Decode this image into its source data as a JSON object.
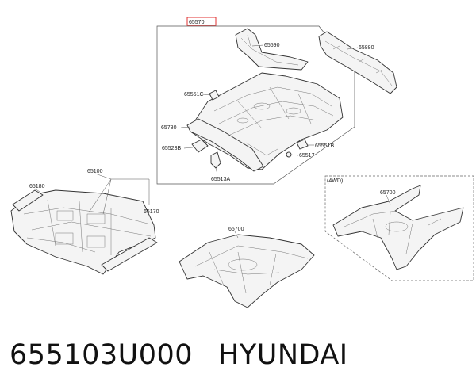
{
  "labels": {
    "top_group": "65570",
    "rear_panel": "65590",
    "crossmember_top": "65880",
    "bracket_c": "65551C",
    "side_member": "65780",
    "bracket_b": "65551B",
    "rail_523b": "65523B",
    "clip": "65517",
    "bracket_513a": "65513A",
    "floor_assy": "65100",
    "floor_side": "65180",
    "sill": "65170",
    "frame_center": "65700",
    "awd_tag": "(4WD)",
    "frame_4wd": "65700"
  },
  "footer": {
    "part_number": "655103U000",
    "brand": "HYUNDAI"
  },
  "colors": {
    "highlight_box": "#e03030"
  }
}
